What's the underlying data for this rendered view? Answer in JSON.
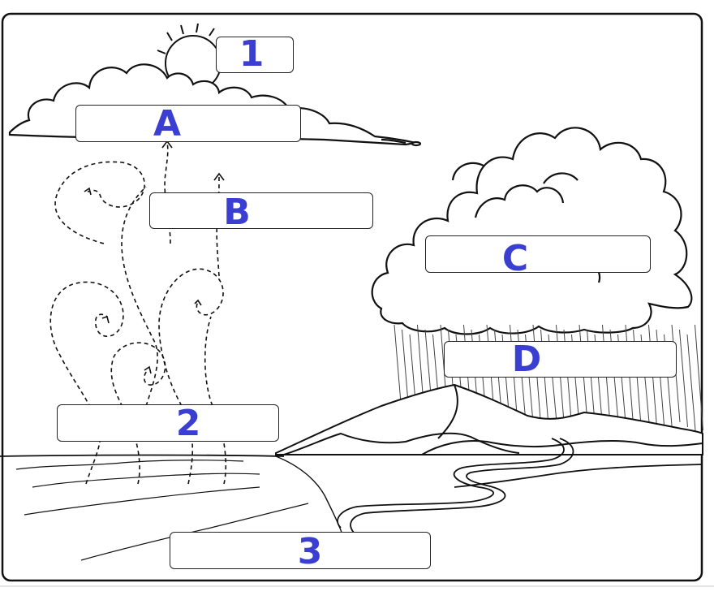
{
  "accent_color": "#3a3fd1",
  "labels": {
    "one": "1",
    "a": "A",
    "b": "B",
    "c": "C",
    "d": "D",
    "two": "2",
    "three": "3"
  },
  "icons": [
    "sun-icon",
    "cloud-icon",
    "storm-cloud-icon",
    "rain-icon",
    "mountains-icon",
    "river-icon",
    "sea-icon",
    "evaporation-swirl-icon"
  ]
}
